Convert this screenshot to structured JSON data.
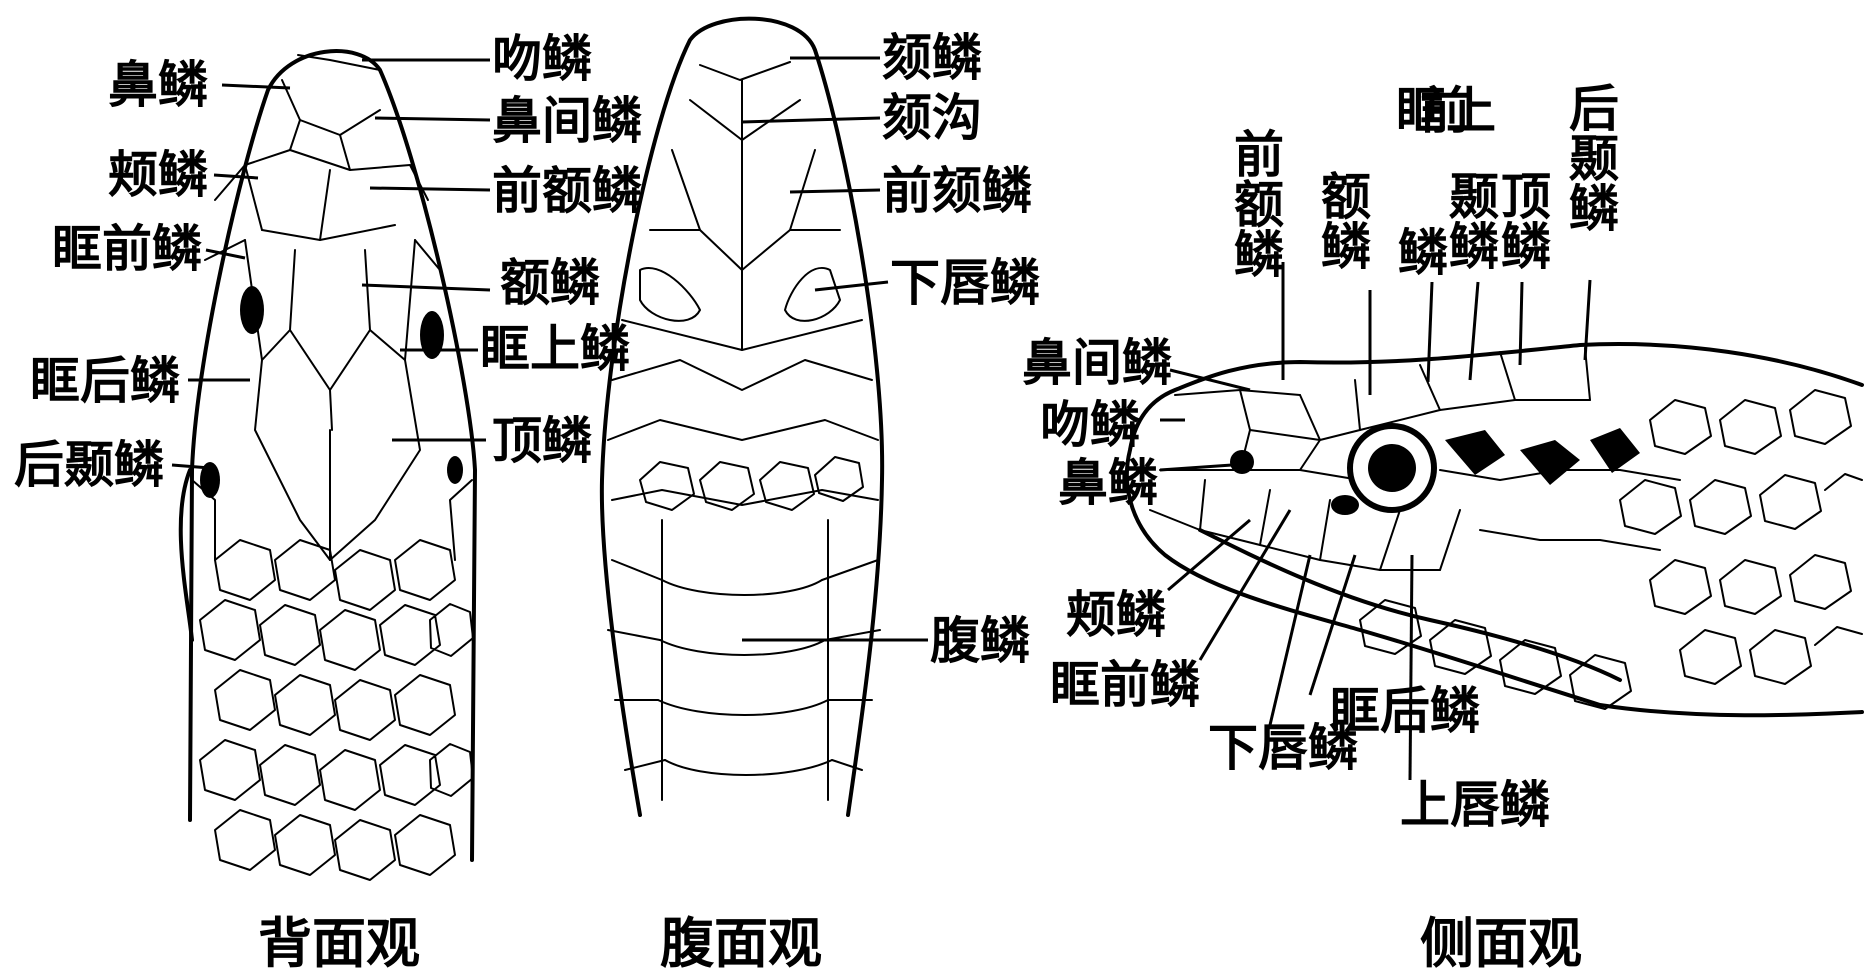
{
  "dorsal": {
    "caption": "背面观",
    "labels": {
      "nasal": "鼻鳞",
      "loreal": "颊鳞",
      "preocular": "眶前鳞",
      "postocular": "眶后鳞",
      "posterior_temporal": "后颞鳞",
      "rostral": "吻鳞",
      "internasal": "鼻间鳞",
      "prefrontal": "前额鳞",
      "frontal": "额鳞",
      "supraocular": "眶上鳞",
      "parietal": "顶鳞"
    }
  },
  "ventral": {
    "caption": "腹面观",
    "labels": {
      "mental": "颏鳞",
      "mental_groove": "颏沟",
      "anterior_chin_shield": "前颏鳞",
      "infralabial": "下唇鳞",
      "ventral_scale": "腹鳞"
    }
  },
  "lateral": {
    "caption": "侧面观",
    "labels": {
      "prefrontal_vertical": "前额鳞",
      "frontal_vertical": "额鳞",
      "supraocular_top": "眶上",
      "supraocular_bottom": "鳞",
      "preocular_top": "前",
      "temporal_vertical": "颞鳞",
      "parietal_vertical": "顶鳞",
      "posterior_temporal_vertical": "后颞鳞",
      "internasal": "鼻间鳞",
      "rostral": "吻鳞",
      "nasal": "鼻鳞",
      "loreal": "颊鳞",
      "preocular": "眶前鳞",
      "infralabial": "下唇鳞",
      "postocular": "眶后鳞",
      "supralabial": "上唇鳞"
    }
  }
}
